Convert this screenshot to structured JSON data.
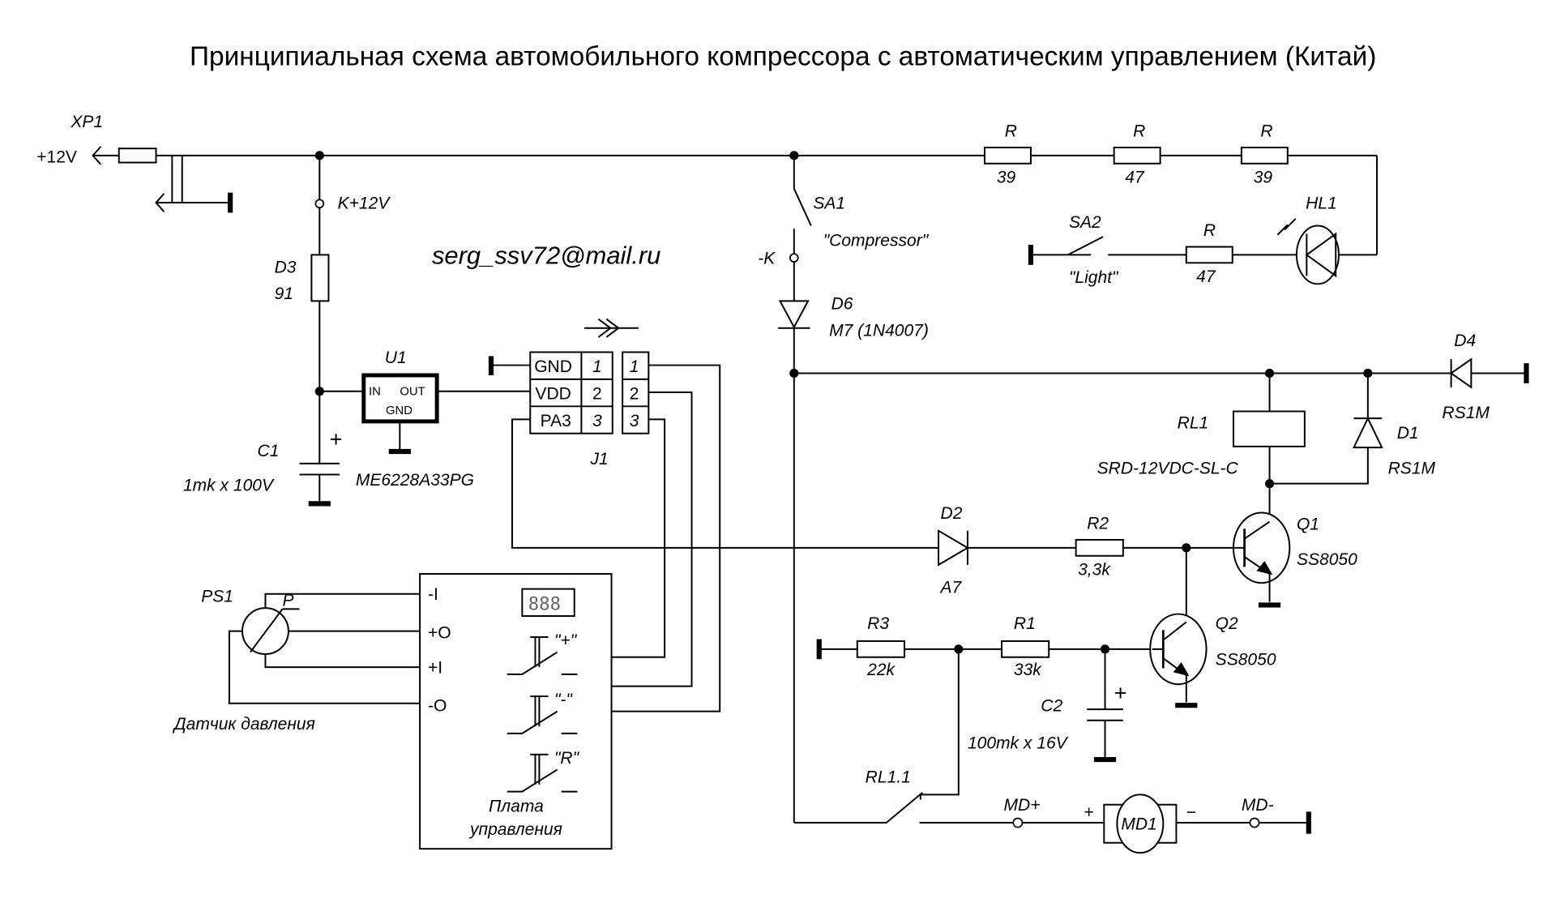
{
  "title": "Принципиальная схема автомобильного компрессора с автоматическим управлением (Китай)",
  "email": "serg_ssv72@mail.ru",
  "power": {
    "connector": "XP1",
    "voltage": "+12V",
    "node": "K+12V",
    "minus_k": "-K"
  },
  "d3": {
    "ref": "D3",
    "value": "91"
  },
  "u1": {
    "ref": "U1",
    "part": "ME6228A33PG",
    "pin_in": "IN",
    "pin_out": "OUT",
    "pin_gnd": "GND"
  },
  "c1": {
    "ref": "C1",
    "value": "1mk x 100V",
    "polarity": "+"
  },
  "j1": {
    "ref": "J1",
    "pins": [
      {
        "name": "GND",
        "num": "1"
      },
      {
        "name": "VDD",
        "num": "2"
      },
      {
        "name": "PA3",
        "num": "3"
      }
    ]
  },
  "sa1": {
    "ref": "SA1",
    "label": "\"Compressor\""
  },
  "sa2": {
    "ref": "SA2",
    "label": "\"Light\""
  },
  "d6": {
    "ref": "D6",
    "value": "M7 (1N4007)"
  },
  "led_chain": {
    "resistors": [
      {
        "ref": "R",
        "value": "39"
      },
      {
        "ref": "R",
        "value": "47"
      },
      {
        "ref": "R",
        "value": "39"
      }
    ],
    "r_led": {
      "ref": "R",
      "value": "47"
    },
    "led": "HL1"
  },
  "d4": {
    "ref": "D4",
    "value": "RS1M"
  },
  "d1": {
    "ref": "D1",
    "value": "RS1M"
  },
  "rl1": {
    "ref": "RL1",
    "part": "SRD-12VDC-SL-C",
    "contact": "RL1.1"
  },
  "d2": {
    "ref": "D2",
    "value": "A7"
  },
  "r2": {
    "ref": "R2",
    "value": "3,3k"
  },
  "q1": {
    "ref": "Q1",
    "part": "SS8050"
  },
  "q2": {
    "ref": "Q2",
    "part": "SS8050"
  },
  "r3": {
    "ref": "R3",
    "value": "22k"
  },
  "r1": {
    "ref": "R1",
    "value": "33k"
  },
  "c2": {
    "ref": "C2",
    "value": "100mk x 16V",
    "polarity": "+"
  },
  "ps1": {
    "ref": "PS1",
    "symbol": "P",
    "caption": "Датчик давления"
  },
  "board": {
    "pins": [
      "-I",
      "+O",
      "+I",
      "-O"
    ],
    "display": "888",
    "buttons": [
      "\"+\"",
      "\"-\"",
      "\"R\""
    ],
    "caption_1": "Плата",
    "caption_2": "управления"
  },
  "motor": {
    "ref": "MD1",
    "plus_node": "MD+",
    "minus_node": "MD-",
    "plus": "+",
    "minus": "−"
  }
}
